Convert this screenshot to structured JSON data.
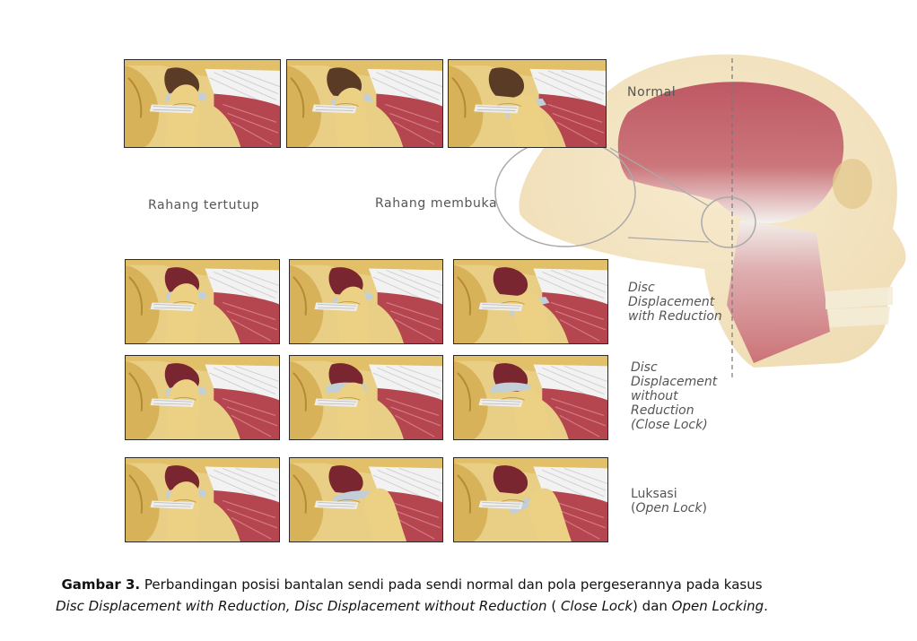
{
  "column_labels": {
    "closed": "Rahang tertutup",
    "open": "Rahang membuka"
  },
  "normal_label": "Normal",
  "row_labels": {
    "ddwr": [
      "Disc",
      "Displacement",
      "with Reduction"
    ],
    "ddwor": [
      "Disc",
      "Displacement",
      "without",
      "Reduction",
      "(Close Lock)"
    ],
    "luxation_title": "Luksasi",
    "luxation_paren_open": "(",
    "luxation_italic": "Open Lock",
    "luxation_paren_close": ")"
  },
  "caption": {
    "bold": "Gambar 3.",
    "line1": " Perbandingan posisi bantalan sendi pada sendi normal dan pola pergeserannya pada kasus",
    "l2_a": "Disc Displacement with Reduction, Disc Displacement without Reduction",
    "l2_b": " ( ",
    "l2_c": "Close Lock",
    "l2_d": ") dan ",
    "l2_e": "Open Locking",
    "l2_f": "."
  },
  "colors": {
    "bone": "#e6c979",
    "bone_dark": "#c89a3e",
    "muscle": "#b5454f",
    "muscle_light": "#e8a7a8",
    "tendon": "#f2f2f2",
    "disc": "#b8c6d0",
    "cavity": "#5a3b26"
  }
}
